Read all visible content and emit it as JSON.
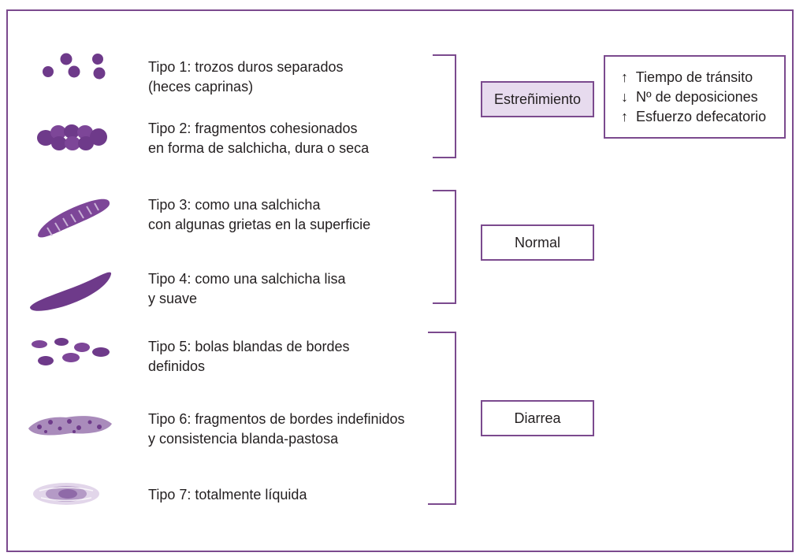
{
  "types": [
    {
      "line1": "Tipo 1: trozos duros separados",
      "line2": "(heces caprinas)",
      "icon": "separate-hard-lumps-icon"
    },
    {
      "line1": "Tipo 2: fragmentos cohesionados",
      "line2": "en forma de salchicha, dura o seca",
      "icon": "lumpy-sausage-icon"
    },
    {
      "line1": "Tipo 3: como una salchicha",
      "line2": "con algunas grietas en la superficie",
      "icon": "cracked-sausage-icon"
    },
    {
      "line1": "Tipo 4: como una salchicha lisa",
      "line2": "y suave",
      "icon": "smooth-sausage-icon"
    },
    {
      "line1": "Tipo 5: bolas blandas de bordes",
      "line2": "definidos",
      "icon": "soft-blobs-icon"
    },
    {
      "line1": "Tipo 6: fragmentos de bordes indefinidos",
      "line2": "y consistencia blanda-pastosa",
      "icon": "mushy-pieces-icon"
    },
    {
      "line1": "Tipo 7: totalmente líquida",
      "line2": "",
      "icon": "liquid-icon"
    }
  ],
  "categories": {
    "constipation": "Estreñimiento",
    "normal": "Normal",
    "diarrhea": "Diarrea"
  },
  "constipation_notes": [
    {
      "arrow": "↑",
      "text": "Tiempo de tránsito"
    },
    {
      "arrow": "↓",
      "text": "Nº de deposiciones"
    },
    {
      "arrow": "↑",
      "text": "Esfuerzo defecatorio"
    }
  ],
  "colors": {
    "accent": "#7b4a8e",
    "stool": "#6e3a8a",
    "highlight": "#e7dbee"
  }
}
